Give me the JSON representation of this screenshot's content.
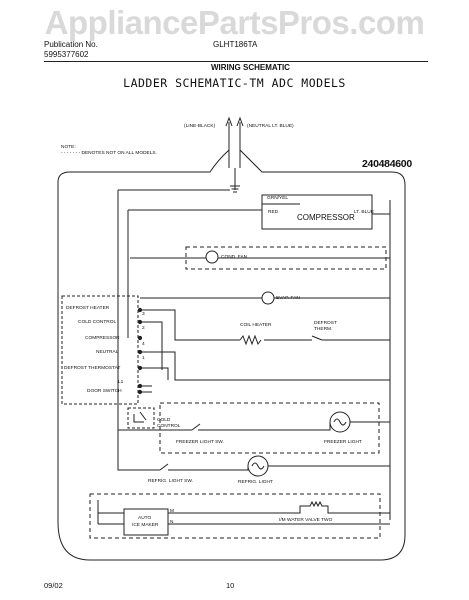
{
  "watermark": "AppliancePartsPros.com",
  "header": {
    "publication_label": "Publication No.",
    "publication_number": "5995377602",
    "model": "GLHT186TA",
    "section": "WIRING SCHEMATIC"
  },
  "title": "LADDER SCHEMATIC-TM ADC MODELS",
  "line_labels": {
    "line": "(LINE-BLACK)",
    "neutral": "(NEUTRAL LT. BLUE)"
  },
  "note": {
    "label": "NOTE:",
    "text": "- - - - - - - DENOTES NOT ON ALL MODELS."
  },
  "part_number": "240484600",
  "compressor": {
    "wire_top": "GRN/YEL",
    "wire_left": "RED",
    "wire_right": "LT. BLUE",
    "label": "COMPRESSOR"
  },
  "cond_fan": "COND. FAN",
  "evap_fan": "EVAP. FAN",
  "coil_heater": "COIL HEATER",
  "defrost_therm": "DEFROST THERM.",
  "control_terminals": [
    "DEFROST HEATER",
    "COLD CONTROL",
    "COMPRESSOR",
    "NEUTRAL",
    "DEFROST THERMOSTAT",
    "L1",
    "DOOR SWITCH"
  ],
  "terminal_numbers": [
    "3",
    "2",
    "4",
    "1"
  ],
  "cold_control": "COLD CONTROL",
  "freezer_light_sw": "FREEZER LIGHT SW.",
  "freezer_light": "FREEZER LIGHT",
  "refrig_light_sw": "REFRIG. LIGHT SW.",
  "refrig_light": "REFRIG. LIGHT",
  "ice_maker": {
    "line1": "AUTO",
    "line2": "ICE MAKER"
  },
  "ice_maker_pins": [
    "M",
    "N"
  ],
  "water_valve": "I/M WATER VALVE TWO",
  "footer": {
    "date": "09/02",
    "page": "10"
  }
}
